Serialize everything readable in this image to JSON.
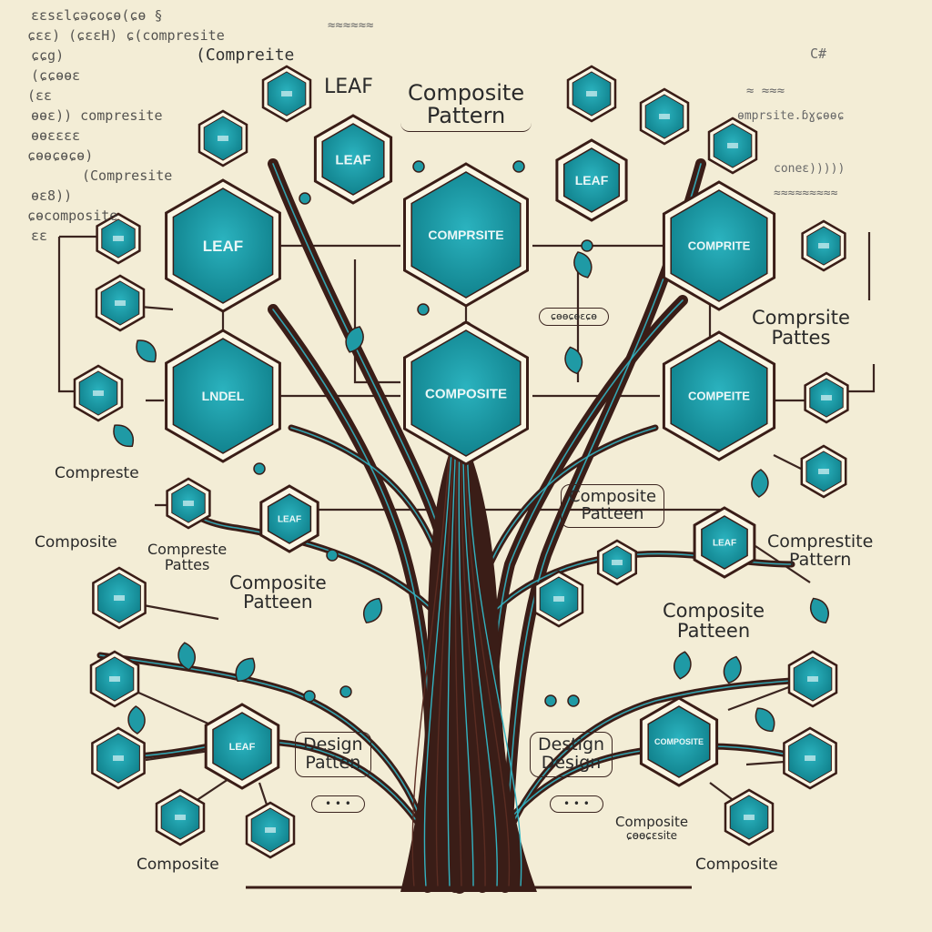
{
  "colors": {
    "paper": "#f3edd6",
    "teal": "#1f9aa5",
    "teal_dark": "#0f6f79",
    "trunk": "#3a1d17",
    "line": "#3b2520",
    "accent": "#33b3c1"
  },
  "code_lines": [
    "ɛɛsɛlɕəɕoɕɵ(ɕɵ  §",
    "ɕɛɛ)  (ɕɛɛH) ɕ(compresite",
    "ɕɕg)",
    "(ɕɕɵɵɛ",
    "(ɛɛ",
    "ɵɵɛ))  compresite",
    "ɵɵɛɛɛɛ",
    "ɕɵɵɕɵɕɵ)",
    "   (Compresite",
    "ɵɛ8))",
    "ɕɵcomposite",
    "ɛɛ"
  ],
  "scribbles": [
    "≈≈≈≈≈≈",
    "(Compreite",
    "C#",
    "≈ ≈≈≈",
    "ɵmprsite.ɓɣɕɵɵɕ",
    "coneɛ)))))",
    "≈≈≈≈≈≈≈≈≈"
  ],
  "title": {
    "line1": "Composite",
    "line2": "Pattern"
  },
  "node_labels": {
    "leaf_small": "LEAF",
    "leaf_top": "LEAF",
    "leaf_left": "LEAF",
    "composite_top": "COMPRSITE",
    "composite_right": "COMPRITE",
    "leaf_mid_left": "LNDEL",
    "composite_mid": "COMPOSITE",
    "composite_mid_right": "COMPEITE",
    "leaf_lower": "LEAF",
    "leaf_lower_left": "LEAF",
    "leaf_lower_right": "LEAF",
    "composite_low_right": "COMPOSITE",
    "tiny": "LEAF"
  },
  "captions": {
    "right1": {
      "line1": "Comprsite",
      "line2": "Pattes"
    },
    "left1": "Compreste",
    "left2": "Composite",
    "left3": {
      "line1": "Compreste",
      "line2": "Pattes"
    },
    "center_left": {
      "line1": "Composite",
      "line2": "Patteen"
    },
    "center_right": {
      "line1": "Composite",
      "line2": "Patteen"
    },
    "right2": {
      "line1": "Comprestite",
      "line2": "Pattern"
    },
    "right3": {
      "line1": "Composite",
      "line2": "Patteen"
    },
    "design_left": {
      "line1": "Design",
      "line2": "Patten"
    },
    "design_right": {
      "line1": "Destign",
      "line2": "Design"
    },
    "bottom_left": "Composite",
    "bottom_right1": {
      "line1": "Composite",
      "line2": "ɕɵɵɕɛsite"
    },
    "bottom_right2": "Composite",
    "pill": "ɕɵɵɕɵɛɕɵ"
  }
}
